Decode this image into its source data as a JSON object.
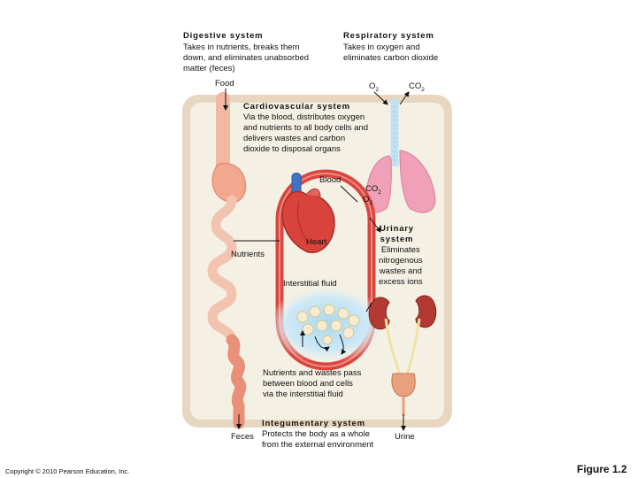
{
  "digestive": {
    "title": "Digestive system",
    "desc": "Takes in nutrients, breaks them\ndown, and eliminates unabsorbed\n matter (feces)"
  },
  "respiratory": {
    "title": "Respiratory system",
    "desc": "Takes in oxygen and\neliminates carbon dioxide"
  },
  "cardiovascular": {
    "title": "Cardiovascular system",
    "desc": "Via the blood, distributes oxygen\nand nutrients to all body cells and\ndelivers wastes and carbon\ndioxide to disposal organs"
  },
  "urinary": {
    "title": "Urinary\nsystem",
    "desc": "Eliminates\nnitrogenous\nwastes and\nexcess ions"
  },
  "integumentary": {
    "title": "Integumentary system",
    "desc": "Protects the body as a whole\nfrom the external environment"
  },
  "labels": {
    "food": "Food",
    "o2": "O",
    "co2": "CO",
    "two": "2",
    "blood": "Blood",
    "heart": "Heart",
    "nutrients": "Nutrients",
    "interstitial_fluid": "Interstitial fluid",
    "exchange_note": "Nutrients and wastes pass\nbetween blood and cells\nvia the interstitial fluid",
    "feces": "Feces",
    "urine": "Urine"
  },
  "footer": {
    "copyright": "Copyright © 2010 Pearson Education, Inc.",
    "figure": "Figure 1.2"
  }
}
